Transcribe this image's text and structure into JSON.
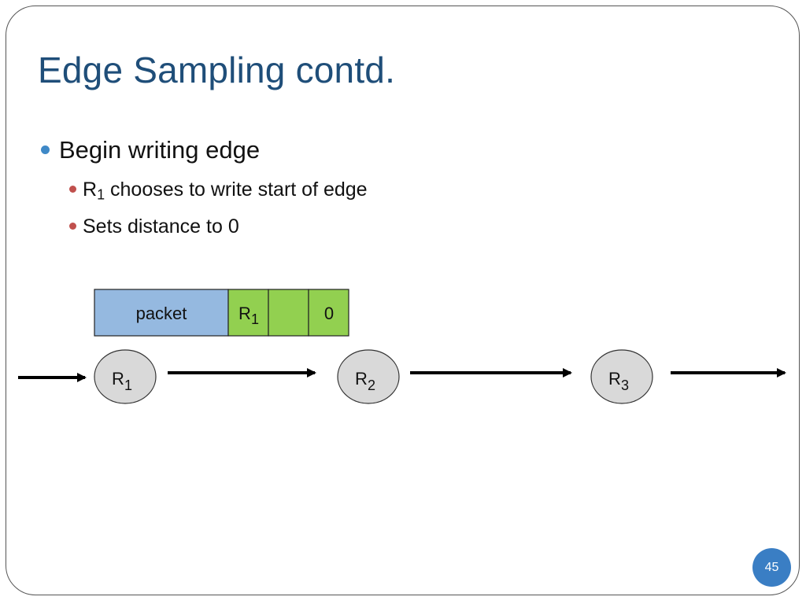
{
  "slide": {
    "title": "Edge Sampling contd.",
    "page_number": "45"
  },
  "bullets": [
    {
      "text": "Begin writing edge"
    },
    {
      "prefix": "R",
      "sub": "1",
      "text": " chooses to write start of edge"
    },
    {
      "text": "Sets distance to 0"
    }
  ],
  "diagram": {
    "packet_fields": [
      {
        "label": "packet",
        "sub": "",
        "fill": "#95b9e0"
      },
      {
        "label": "R",
        "sub": "1",
        "fill": "#92d050"
      },
      {
        "label": "",
        "sub": "",
        "fill": "#92d050"
      },
      {
        "label": "0",
        "sub": "",
        "fill": "#92d050"
      }
    ],
    "routers": [
      {
        "label": "R",
        "sub": "1"
      },
      {
        "label": "R",
        "sub": "2"
      },
      {
        "label": "R",
        "sub": "3"
      }
    ]
  },
  "colors": {
    "title": "#1f4e79",
    "bullet_level1": "#3f89c7",
    "bullet_level2": "#c0504d",
    "router_fill": "#d9d9d9",
    "badge": "#3a7ec4"
  }
}
